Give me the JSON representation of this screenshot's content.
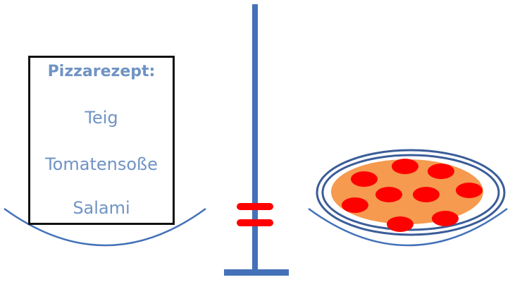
{
  "recipe": {
    "title": "Pizzarezept:",
    "ingredients": [
      "Teig",
      "Tomatensoße",
      "Salami"
    ]
  },
  "colors": {
    "blue": "#4472b8",
    "text_blue": "#6f93c4",
    "red": "#ff0000",
    "pizza_base": "#f59a4e",
    "salami": "#ff0000",
    "card_border": "#111111"
  },
  "icons": [
    "balance-scale-icon",
    "equals-sign-icon",
    "pizza-icon"
  ]
}
